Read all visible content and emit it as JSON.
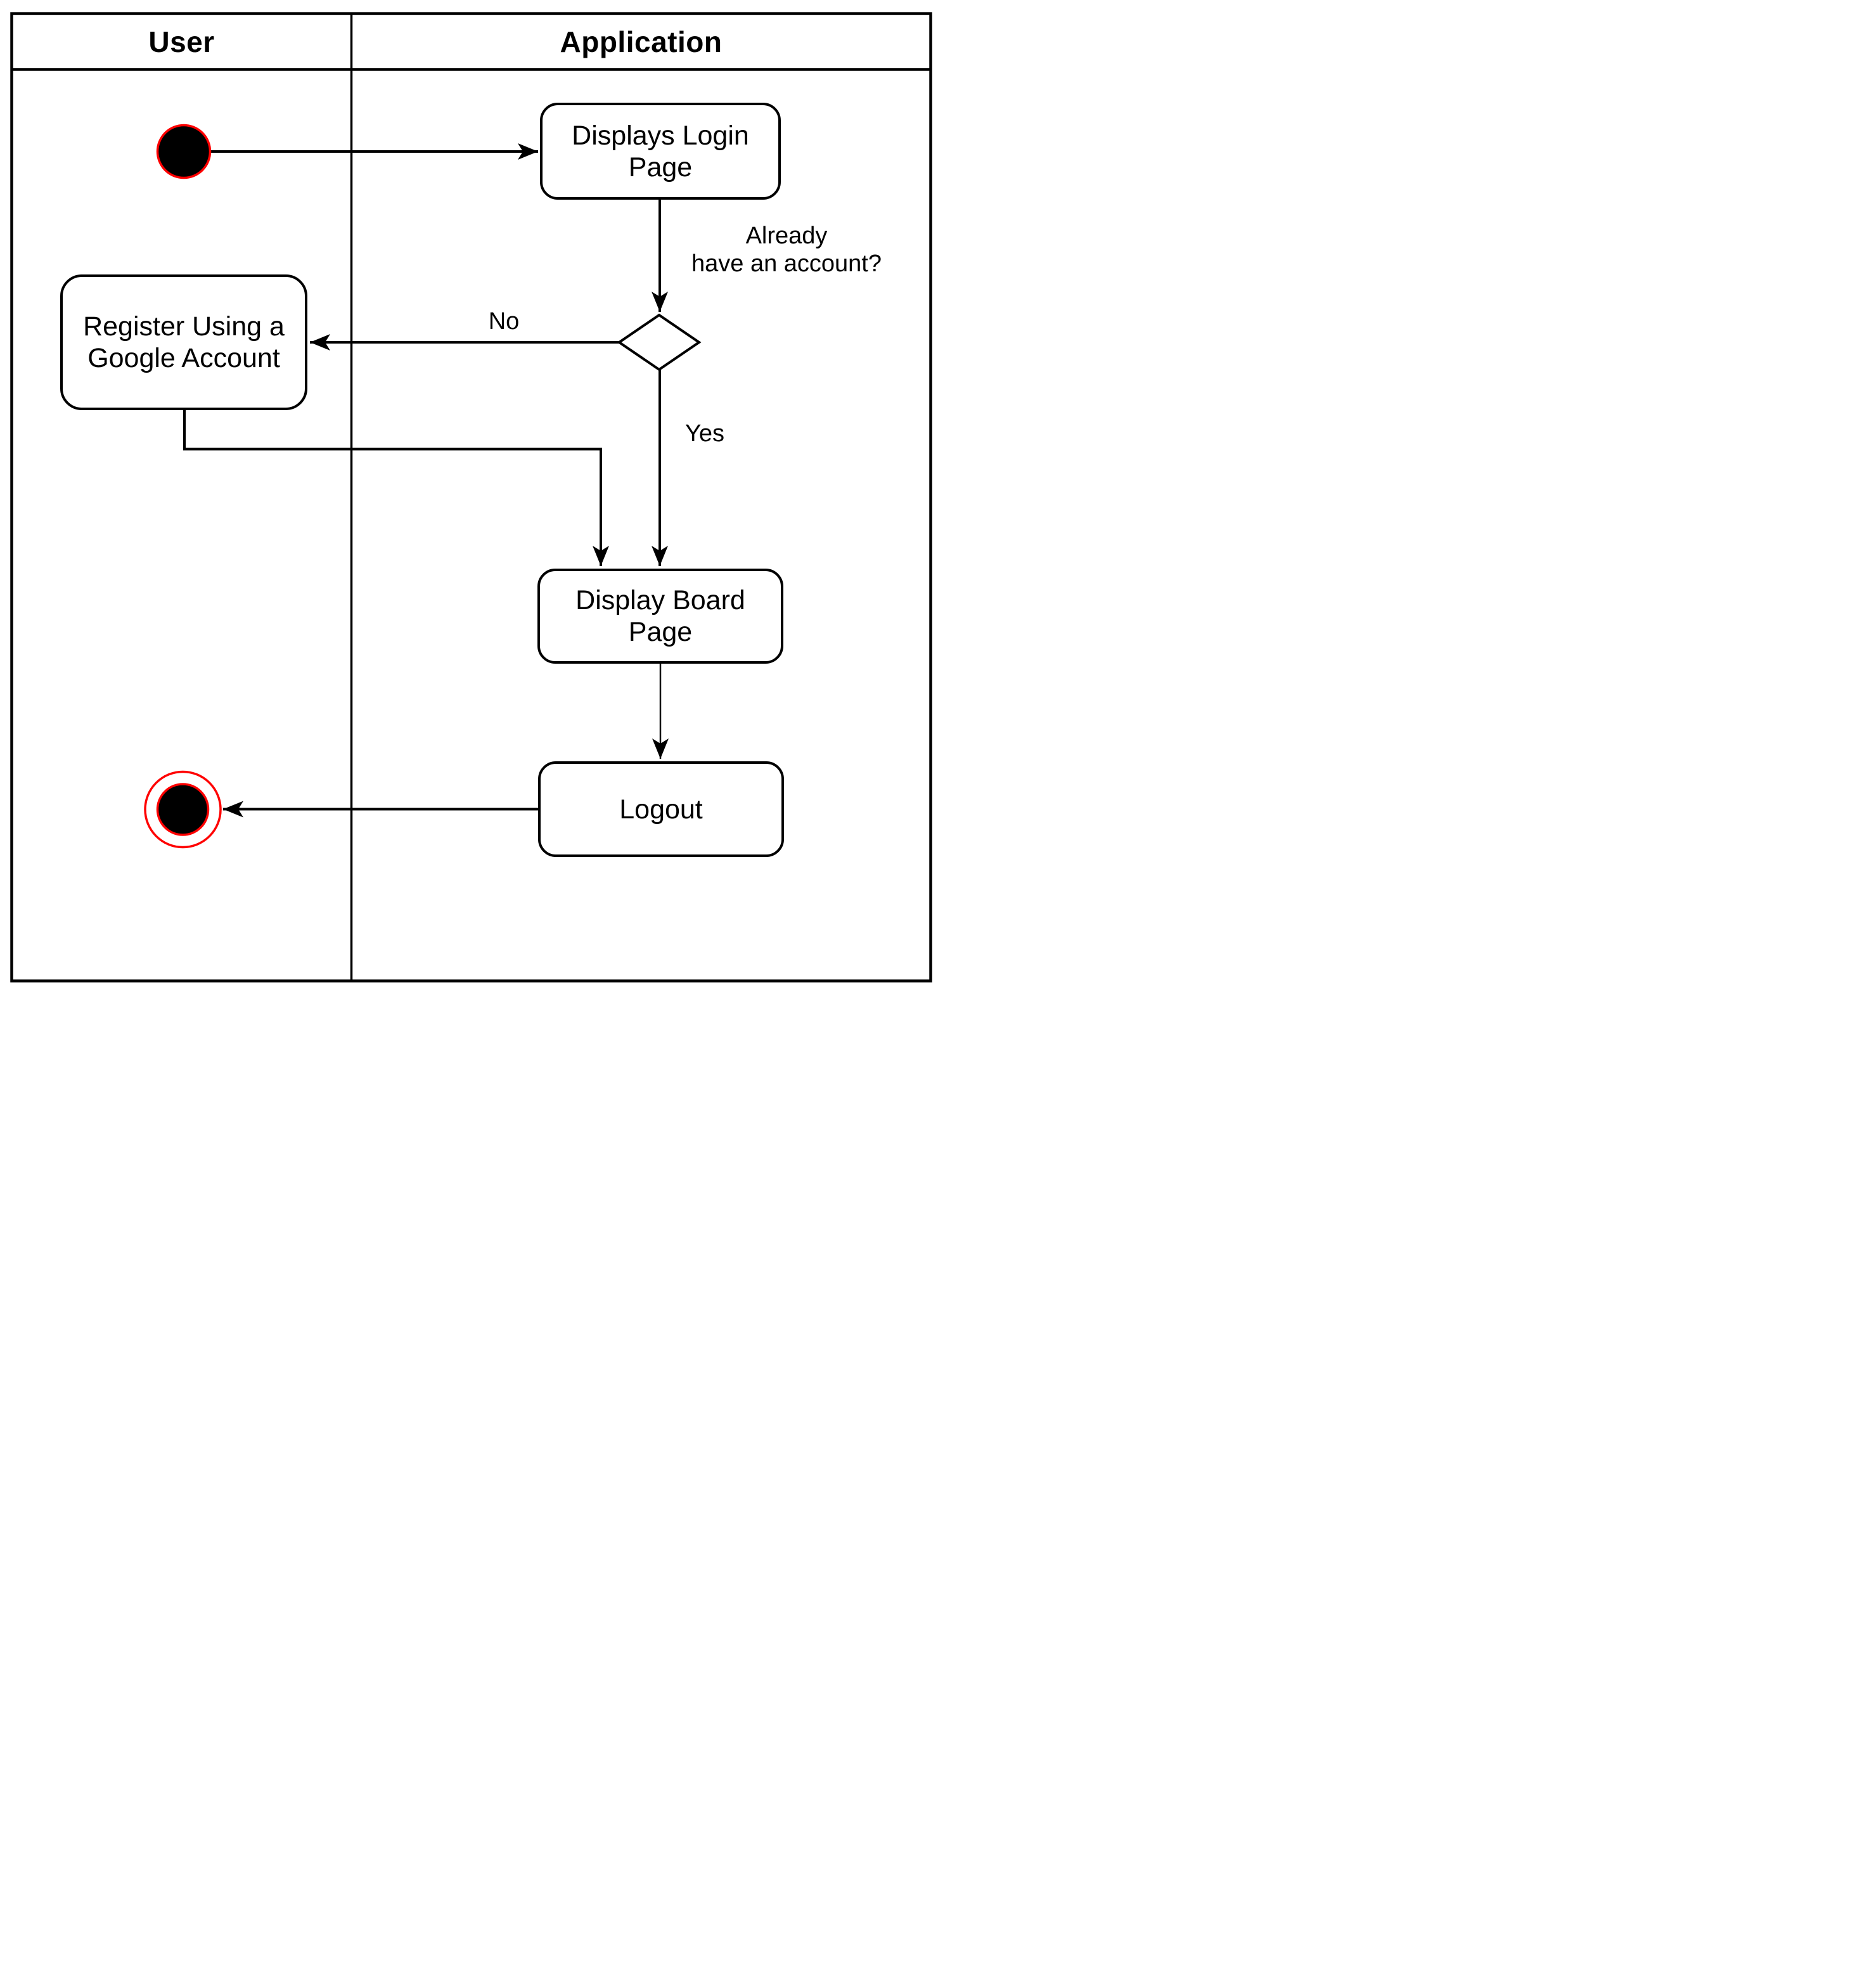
{
  "colors": {
    "line": "#000000",
    "node_accent": "#ff0000",
    "background": "#ffffff",
    "node_fill": "#ffffff"
  },
  "lanes": [
    {
      "label": "User"
    },
    {
      "label": "Application"
    }
  ],
  "nodes": {
    "start": {
      "kind": "initial-node"
    },
    "displays_login": {
      "label": "Displays Login Page"
    },
    "register": {
      "label": "Register Using a Google Account"
    },
    "decision": {
      "question": "Already\nhave an account?"
    },
    "display_board": {
      "label": "Display Board Page"
    },
    "logout": {
      "label": "Logout"
    },
    "end": {
      "kind": "final-node"
    }
  },
  "edges": {
    "no_label": "No",
    "yes_label": "Yes"
  }
}
